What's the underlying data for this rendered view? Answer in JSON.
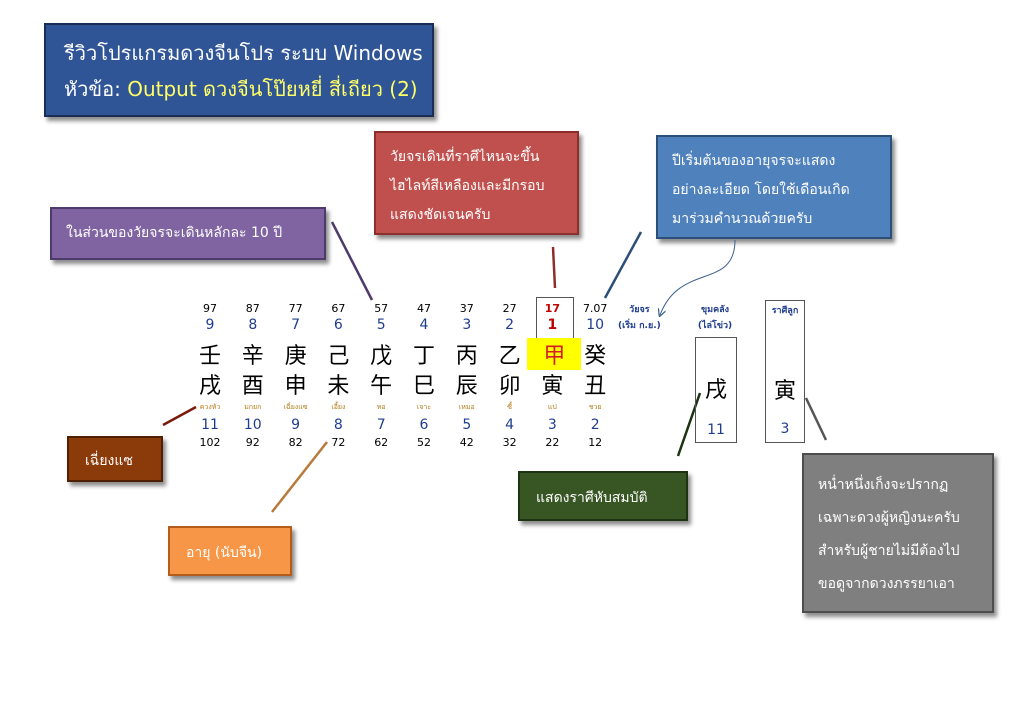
{
  "title": {
    "line1": "รีวิวโปรแกรมดวงจีนโปร ระบบ Windows",
    "line2_prefix": "หัวข้อ: ",
    "line2_highlight": "Output ดวงจีนโป๊ยหยี่ สี่เถียว (2)"
  },
  "callouts": {
    "red": [
      "วัยจรเดินที่ราศีไหนจะขึ้น",
      "ไฮไลท์สีเหลืองและมีกรอบ",
      "แสดงชัดเจนครับ"
    ],
    "blue": [
      "ปีเริ่มต้นของอายุจรจะแสดง",
      "อย่างละเอียด โดยใช้เดือนเกิด",
      "มาร่วมคำนวณด้วยครับ"
    ],
    "purple": "ในส่วนของวัยจรจะเดินหลักละ 10 ปี",
    "brown": "เฉี่ยงแซ",
    "green": "แสดงราศีหับสมบัติ",
    "orange": "อายุ (นับจีน)",
    "gray": [
      "หน่ำหนึ่งเก็งจะปรากฏ",
      "เฉพาะดวงผู้หญิงนะครับ",
      "สำหรับผู้ชายไม่มีต้องไป",
      "ขอดูจากดวงภรรยาเอา"
    ]
  },
  "luck_pillars": [
    {
      "start_age": "97",
      "num": "9",
      "stem": "壬",
      "branch": "戌",
      "tiny": "ควงหัว",
      "num2": "11",
      "age2": "102"
    },
    {
      "start_age": "87",
      "num": "8",
      "stem": "辛",
      "branch": "酉",
      "tiny": "มกยก",
      "num2": "10",
      "age2": "92"
    },
    {
      "start_age": "77",
      "num": "7",
      "stem": "庚",
      "branch": "申",
      "tiny": "เฉี่ยงแซ",
      "num2": "9",
      "age2": "82"
    },
    {
      "start_age": "67",
      "num": "6",
      "stem": "己",
      "branch": "未",
      "tiny": "เอี้ยง",
      "num2": "8",
      "age2": "72"
    },
    {
      "start_age": "57",
      "num": "5",
      "stem": "戊",
      "branch": "午",
      "tiny": "หอ",
      "num2": "7",
      "age2": "62"
    },
    {
      "start_age": "47",
      "num": "4",
      "stem": "丁",
      "branch": "巳",
      "tiny": "เจาะ",
      "num2": "6",
      "age2": "52"
    },
    {
      "start_age": "37",
      "num": "3",
      "stem": "丙",
      "branch": "辰",
      "tiny": "เหมอ",
      "num2": "5",
      "age2": "42"
    },
    {
      "start_age": "27",
      "num": "2",
      "stem": "乙",
      "branch": "卯",
      "tiny": "ซี้",
      "num2": "4",
      "age2": "32"
    },
    {
      "start_age": "17",
      "num": "1",
      "stem": "甲",
      "branch": "寅",
      "tiny": "แป",
      "num2": "3",
      "age2": "22",
      "active": true
    },
    {
      "start_age": "7.07",
      "num": "10",
      "stem": "癸",
      "branch": "丑",
      "tiny": "ชวย",
      "num2": "2",
      "age2": "12"
    }
  ],
  "labels": {
    "luck_line1": "วัยจร",
    "luck_line2": "(เริ่ม ก.ย.)",
    "treasury_line1": "ขุมคลัง",
    "treasury_line2": "(ไล่โข่ว)",
    "child": "ราศีลูก"
  },
  "treasury": {
    "branch": "戌",
    "num": "11"
  },
  "child": {
    "branch": "寅",
    "num": "3"
  },
  "colors": {
    "title_bg": "#2f5597",
    "highlight_text": "#ffff66",
    "red": "#c0504d",
    "blue": "#4f81bd",
    "purple": "#8064a2",
    "brown": "#8b3a0a",
    "green": "#375623",
    "orange": "#f79646",
    "gray": "#7f7f7f",
    "active_highlight": "#ffff00",
    "active_text": "#c00000"
  }
}
